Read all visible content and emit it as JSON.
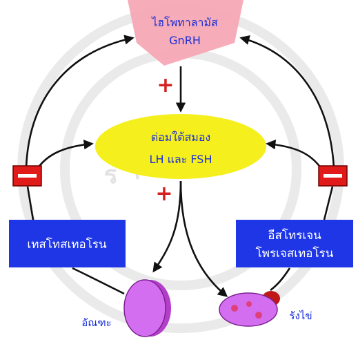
{
  "hypothalamus": {
    "line1": "ไฮโพทาลามัส",
    "line2": "GnRH"
  },
  "pituitary": {
    "line1": "ต่อมใต้สมอง",
    "line2": "LH และ FSH"
  },
  "testosterone": {
    "label": "เทสโทสเทอโรน"
  },
  "estrogen": {
    "line1": "อีสโทรเจน",
    "line2": "โพรเจสเทอโรน"
  },
  "testis": {
    "label": "อัณฑะ"
  },
  "ovary": {
    "label": "รังไข่"
  },
  "signs": {
    "plus": "+",
    "minus": "−"
  },
  "colors": {
    "hypothalamus_fill": "#f7a8b5",
    "pituitary_fill": "#f5ef1e",
    "box_fill": "#1e36e6",
    "label_text": "#1a2fd6",
    "minus_fill": "#e11a1a",
    "plus_color": "#d42020",
    "organ_fill": "#d46ef0"
  }
}
